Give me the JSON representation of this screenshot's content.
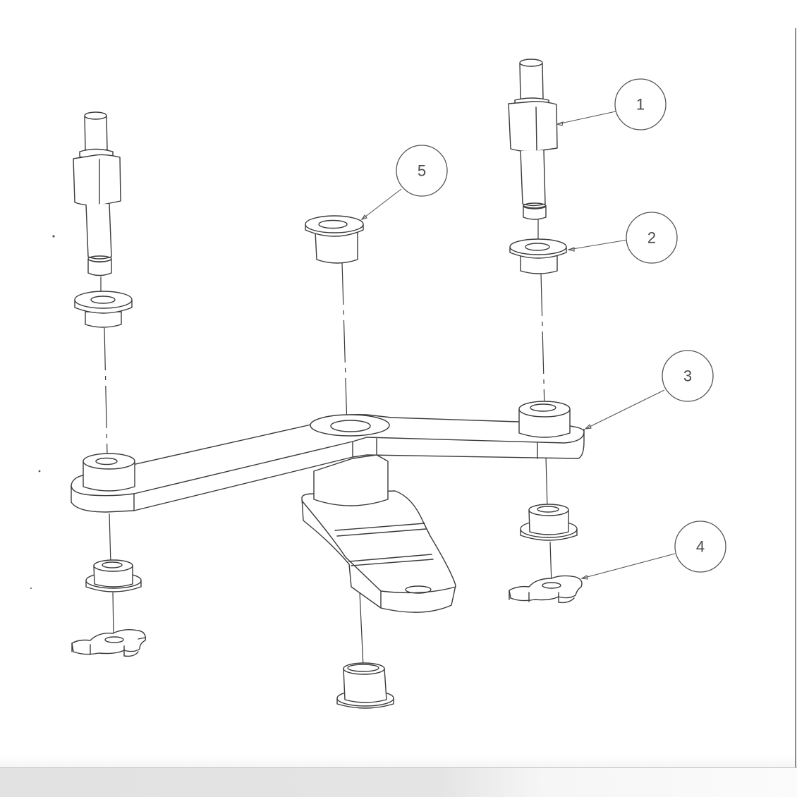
{
  "drawing": {
    "type": "exploded-assembly-view",
    "balloons": [
      {
        "id": "1",
        "label": "1",
        "part": "threaded stud / pin with hex collar"
      },
      {
        "id": "2",
        "label": "2",
        "part": "flanged bushing (upper)"
      },
      {
        "id": "3",
        "label": "3",
        "part": "pivot arm / lever plate"
      },
      {
        "id": "4",
        "label": "4",
        "part": "lobed retaining washer"
      },
      {
        "id": "5",
        "label": "5",
        "part": "central flanged bushing"
      }
    ]
  },
  "colors": {
    "line": "#3a3a3a",
    "background": "#ffffff",
    "sheet_border": "#8e8e8e",
    "shadow": "#e2e2e2"
  }
}
